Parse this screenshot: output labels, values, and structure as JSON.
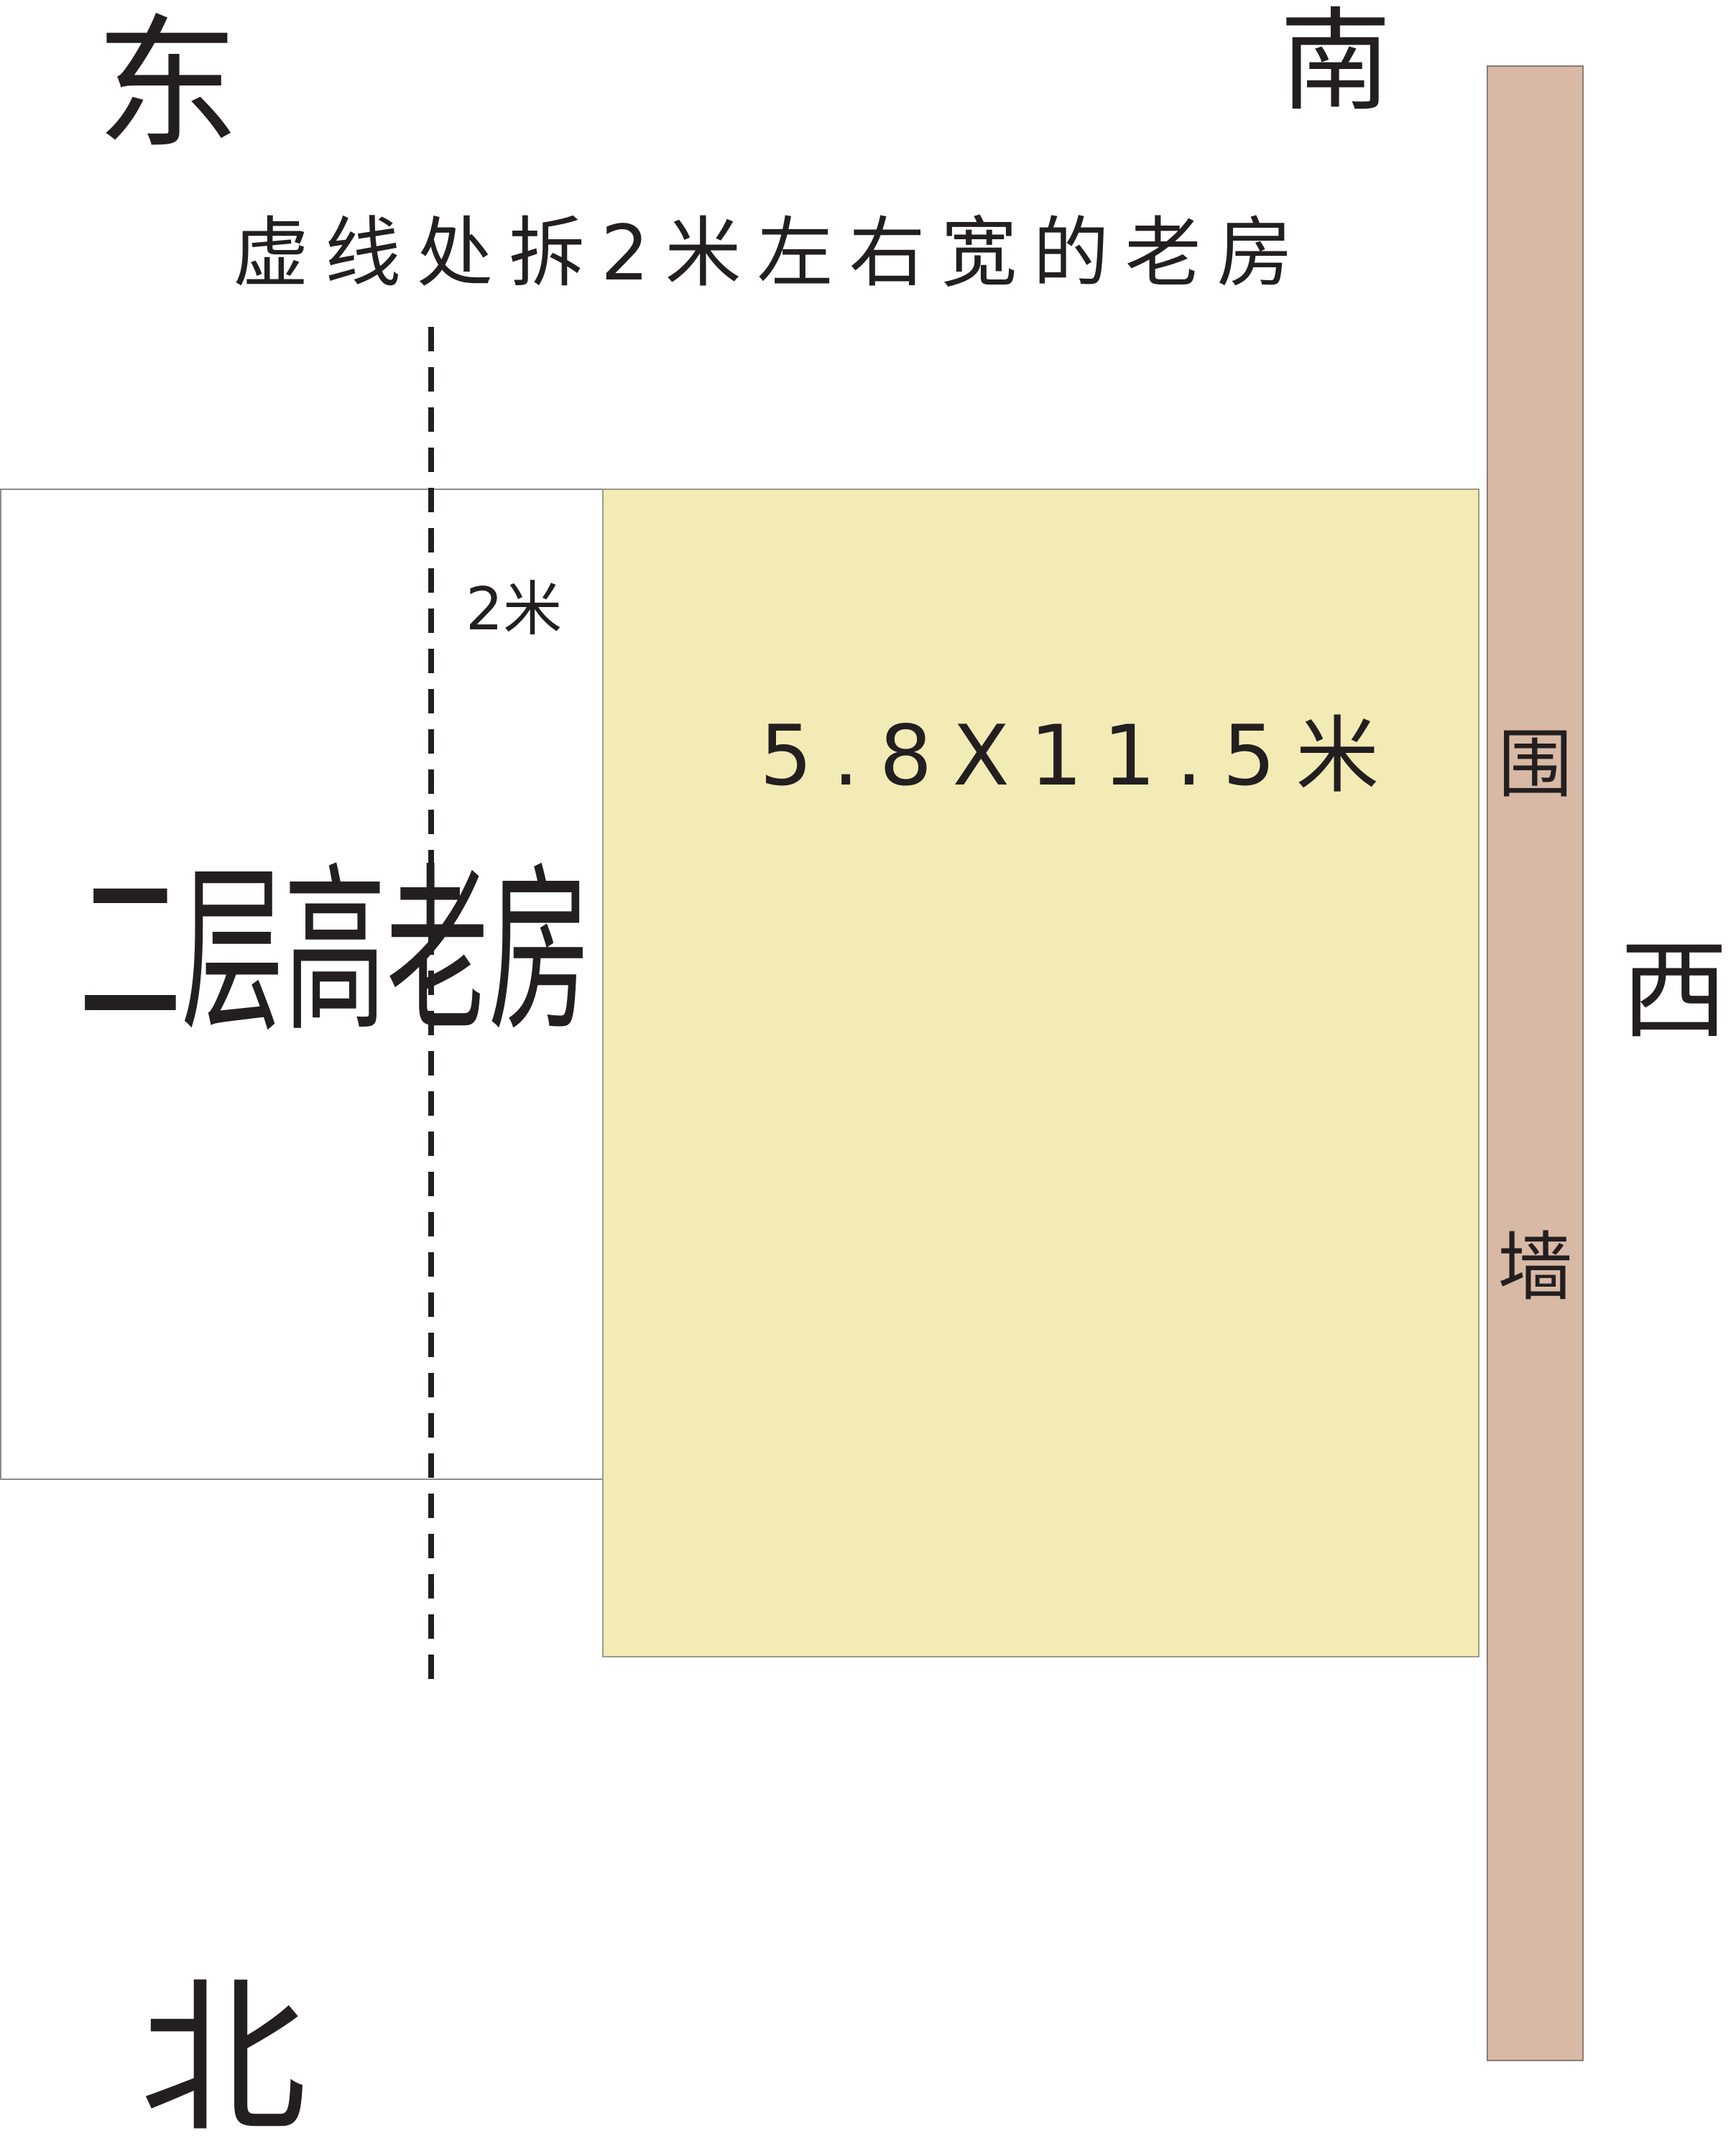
{
  "compass": {
    "east": "东",
    "south": "南",
    "west": "西",
    "north": "北"
  },
  "note": "虚线处拆2米左右宽的老房",
  "old_house": {
    "label": "二层高老房",
    "demolish_width": "2米"
  },
  "new_plot": {
    "label": "5.8X11.5米"
  },
  "wall": {
    "char_1": "围",
    "char_2": "墙"
  },
  "colors": {
    "plot": "#F3EBB5",
    "wall": "#D8B9A5",
    "line": "#231F20"
  }
}
